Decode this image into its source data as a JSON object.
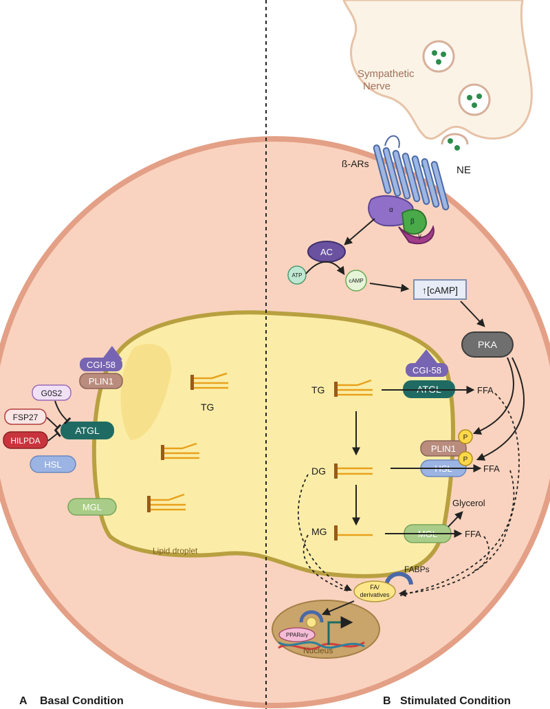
{
  "panels": {
    "a_letter": "A",
    "a_title": "Basal Condition",
    "b_letter": "B",
    "b_title": "Stimulated Condition"
  },
  "nerve": {
    "label_line1": "Sympathetic",
    "label_line2": "Nerve",
    "ne": "NE",
    "receptor": "ß-ARs"
  },
  "gprotein": {
    "alpha": "α",
    "beta": "β",
    "gamma": "γ"
  },
  "signaling": {
    "ac": "AC",
    "atp": "ATP",
    "camp": "cAMP",
    "camp_box": "↑[cAMP]",
    "pka": "PKA"
  },
  "droplet": {
    "label": "Lipid droplet",
    "tg": "TG"
  },
  "basal": {
    "cgi58": "CGI-58",
    "plin1": "PLIN1",
    "g0s2": "G0S2",
    "fsp27": "FSP27",
    "hilpda": "HILPDA",
    "atgl": "ATGL",
    "hsl": "HSL",
    "mgl": "MGL"
  },
  "stimulated": {
    "tg": "TG",
    "dg": "DG",
    "mg": "MG",
    "cgi58": "CGI-58",
    "atgl": "ATGL",
    "plin1": "PLIN1",
    "hsl": "HSL",
    "mgl": "MGL",
    "p": "P",
    "ffa": "FFA",
    "glycerol": "Glycerol",
    "fabps": "FABPs",
    "fa_line1": "FA/",
    "fa_line2": "derivatives",
    "ppar": "PPARα/γ",
    "nucleus": "Nucleus"
  },
  "colors": {
    "background": "#ffffff",
    "cell_fill": "#f9d3bf",
    "cell_border": "#e3a086",
    "droplet_fill": "#fbeda7",
    "droplet_border": "#b8a040",
    "nerve_fill": "#fbf3e6",
    "atgl": "#1f6b63",
    "plin1": "#b98c7e",
    "cgi58": "#7764b2",
    "hsl": "#9bb4e3",
    "mgl": "#a9cd88",
    "pka": "#6f6f6f",
    "ac": "#6a52a0",
    "p_circle": "#ffd84a",
    "fatty_acid": "#e8a11c"
  }
}
